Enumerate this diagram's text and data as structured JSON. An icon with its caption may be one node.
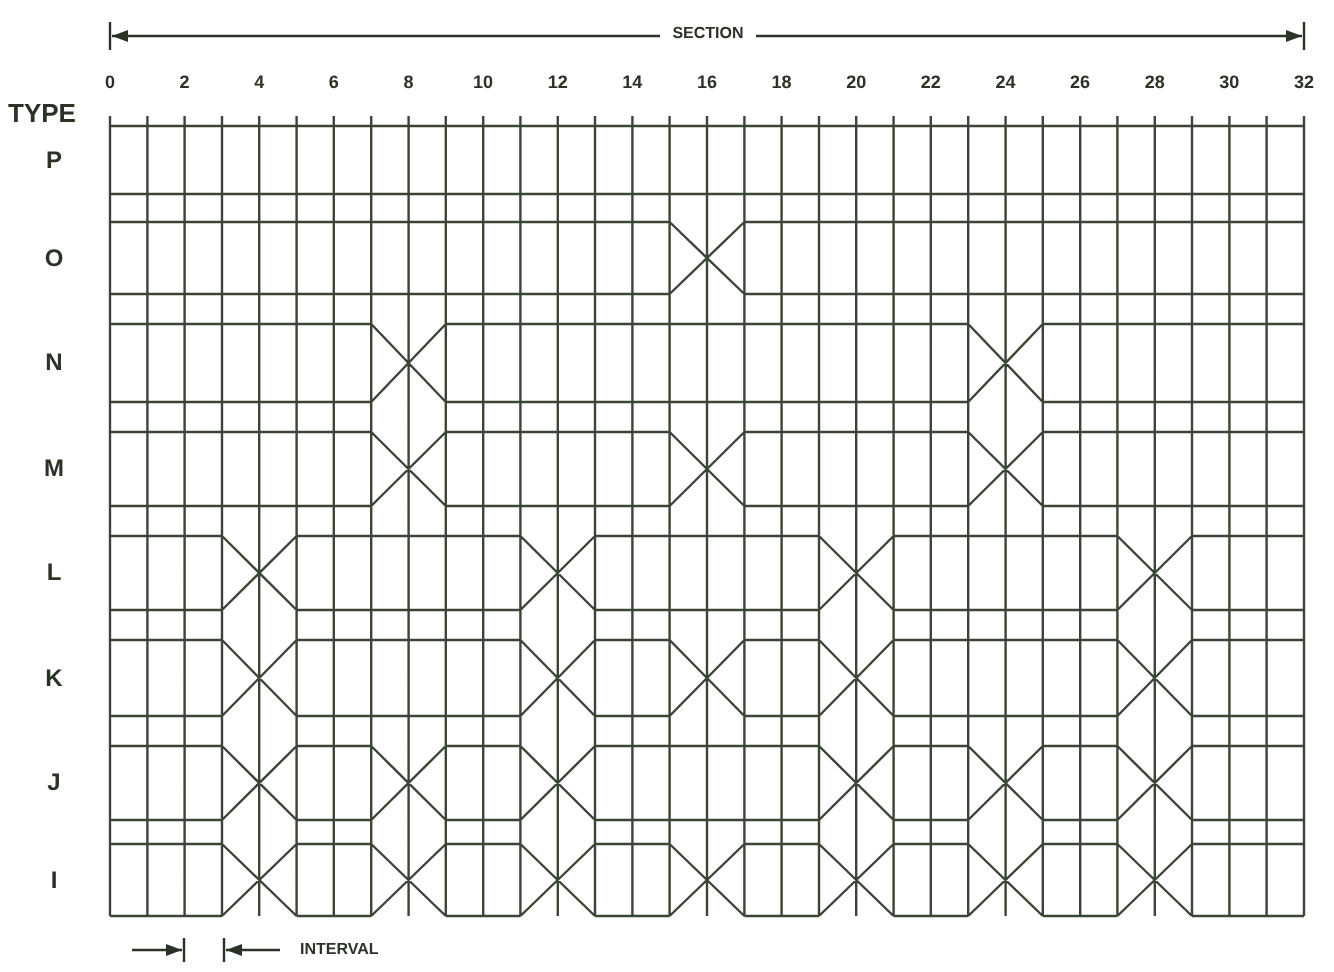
{
  "diagram": {
    "labels": [
      "SECTION",
      "0",
      "2",
      "4",
      "6",
      "8",
      "10",
      "12",
      "14",
      "16",
      "18",
      "20",
      "22",
      "24",
      "26",
      "28",
      "30",
      "32",
      "TYPE",
      "P",
      "O",
      "N",
      "M",
      "L",
      "K",
      "J",
      "I",
      "INTERVAL"
    ]
  }
}
